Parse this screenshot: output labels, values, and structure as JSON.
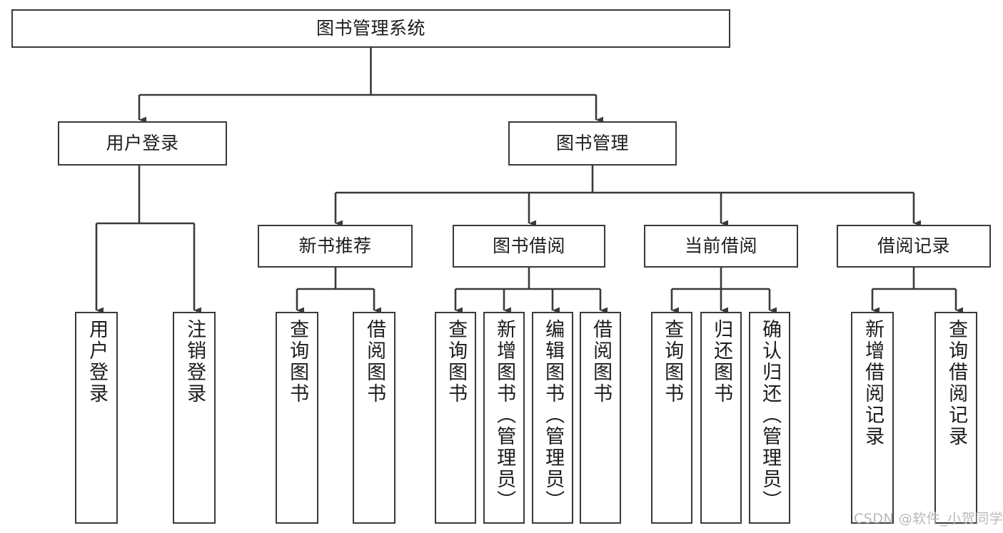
{
  "diagram": {
    "title": "图书管理系统",
    "type": "functional-decomposition-tree",
    "root": {
      "label": "图书管理系统"
    },
    "level2": [
      {
        "label": "用户登录"
      },
      {
        "label": "图书管理"
      }
    ],
    "level3": [
      {
        "label": "新书推荐"
      },
      {
        "label": "图书借阅"
      },
      {
        "label": "当前借阅"
      },
      {
        "label": "借阅记录"
      }
    ],
    "leaves": {
      "user_login": [
        {
          "label": "用户登录"
        },
        {
          "label": "注销登录"
        }
      ],
      "new_book_recommend": [
        {
          "label": "查询图书"
        },
        {
          "label": "借阅图书"
        }
      ],
      "book_borrow": [
        {
          "label": "查询图书"
        },
        {
          "label": "新增图书（管理员）"
        },
        {
          "label": "编辑图书（管理员）"
        },
        {
          "label": "借阅图书"
        }
      ],
      "current_borrow": [
        {
          "label": "查询图书"
        },
        {
          "label": "归还图书"
        },
        {
          "label": "确认归还（管理员）"
        }
      ],
      "borrow_records": [
        {
          "label": "新增借阅记录"
        },
        {
          "label": "查询借阅记录"
        }
      ]
    }
  },
  "watermark": {
    "text": "CSDN @软件_小贺同学"
  },
  "colors": {
    "stroke": "#3a3a3a",
    "text": "#1c1c1c",
    "background": "#ffffff",
    "watermark": "#b9b9b9"
  }
}
